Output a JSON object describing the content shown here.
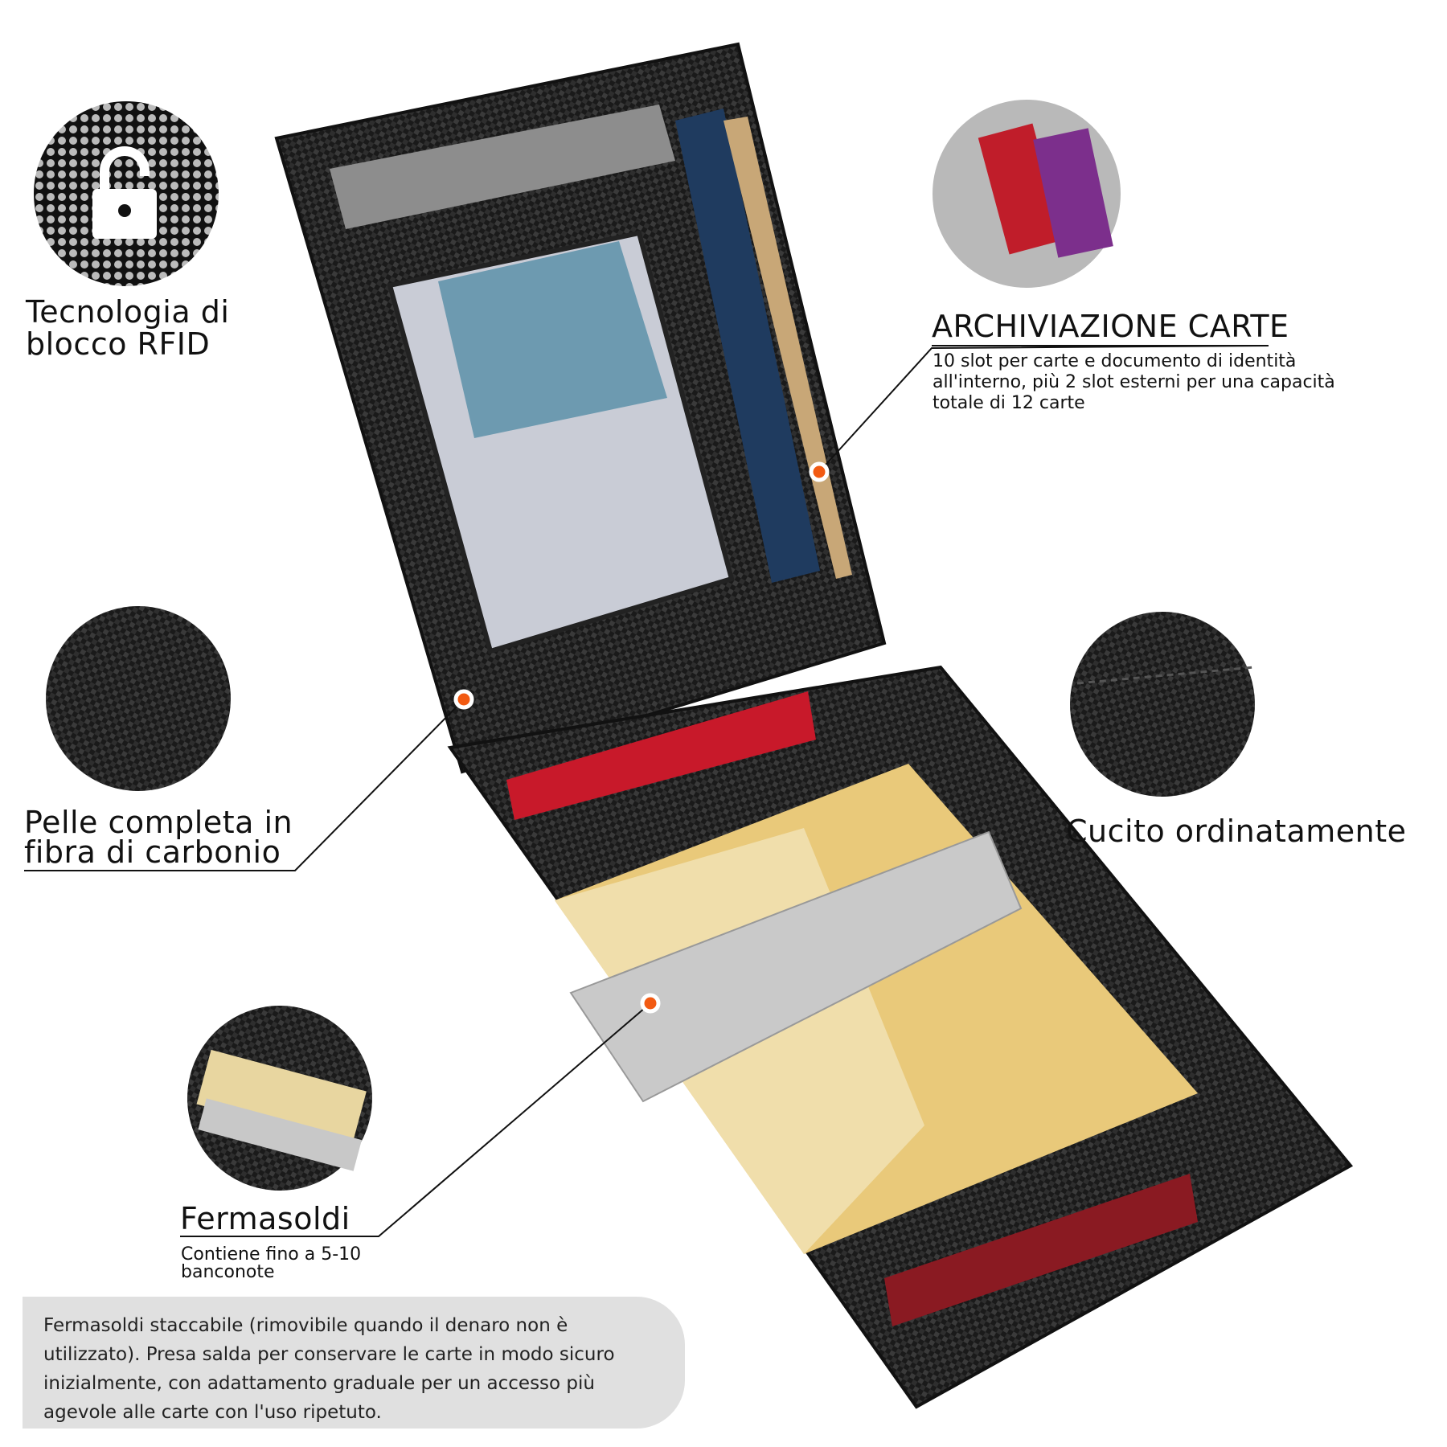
{
  "features": {
    "rfid": {
      "title_line1": "Tecnologia di",
      "title_line2": "blocco RFID",
      "icon": "padlock-icon"
    },
    "leather": {
      "title_line1": "Pelle completa in",
      "title_line2": "fibra di carbonio"
    },
    "money_clip": {
      "title": "Fermasoldi",
      "subtitle_line1": "Contiene fino a 5-10",
      "subtitle_line2": "banconote"
    },
    "card_storage": {
      "title": "ARCHIVIAZIONE CARTE",
      "desc_line1": "10 slot per carte e documento di identità",
      "desc_line2": "all'interno, più 2 slot esterni per una capacità",
      "desc_line3": "totale di 12 carte"
    },
    "stitching": {
      "title": "Cucito ordinatamente"
    }
  },
  "note": "Fermasoldi staccabile (rimovibile quando il denaro non è utilizzato). Presa salda per conservare le carte in modo sicuro inizialmente, con adattamento graduale per un accesso più agevole alle carte con l'uso ripetuto.",
  "colors": {
    "accent_dot": "#f25a12",
    "wallet": "#1c1c1c",
    "note_bg": "#e0e0e0"
  }
}
